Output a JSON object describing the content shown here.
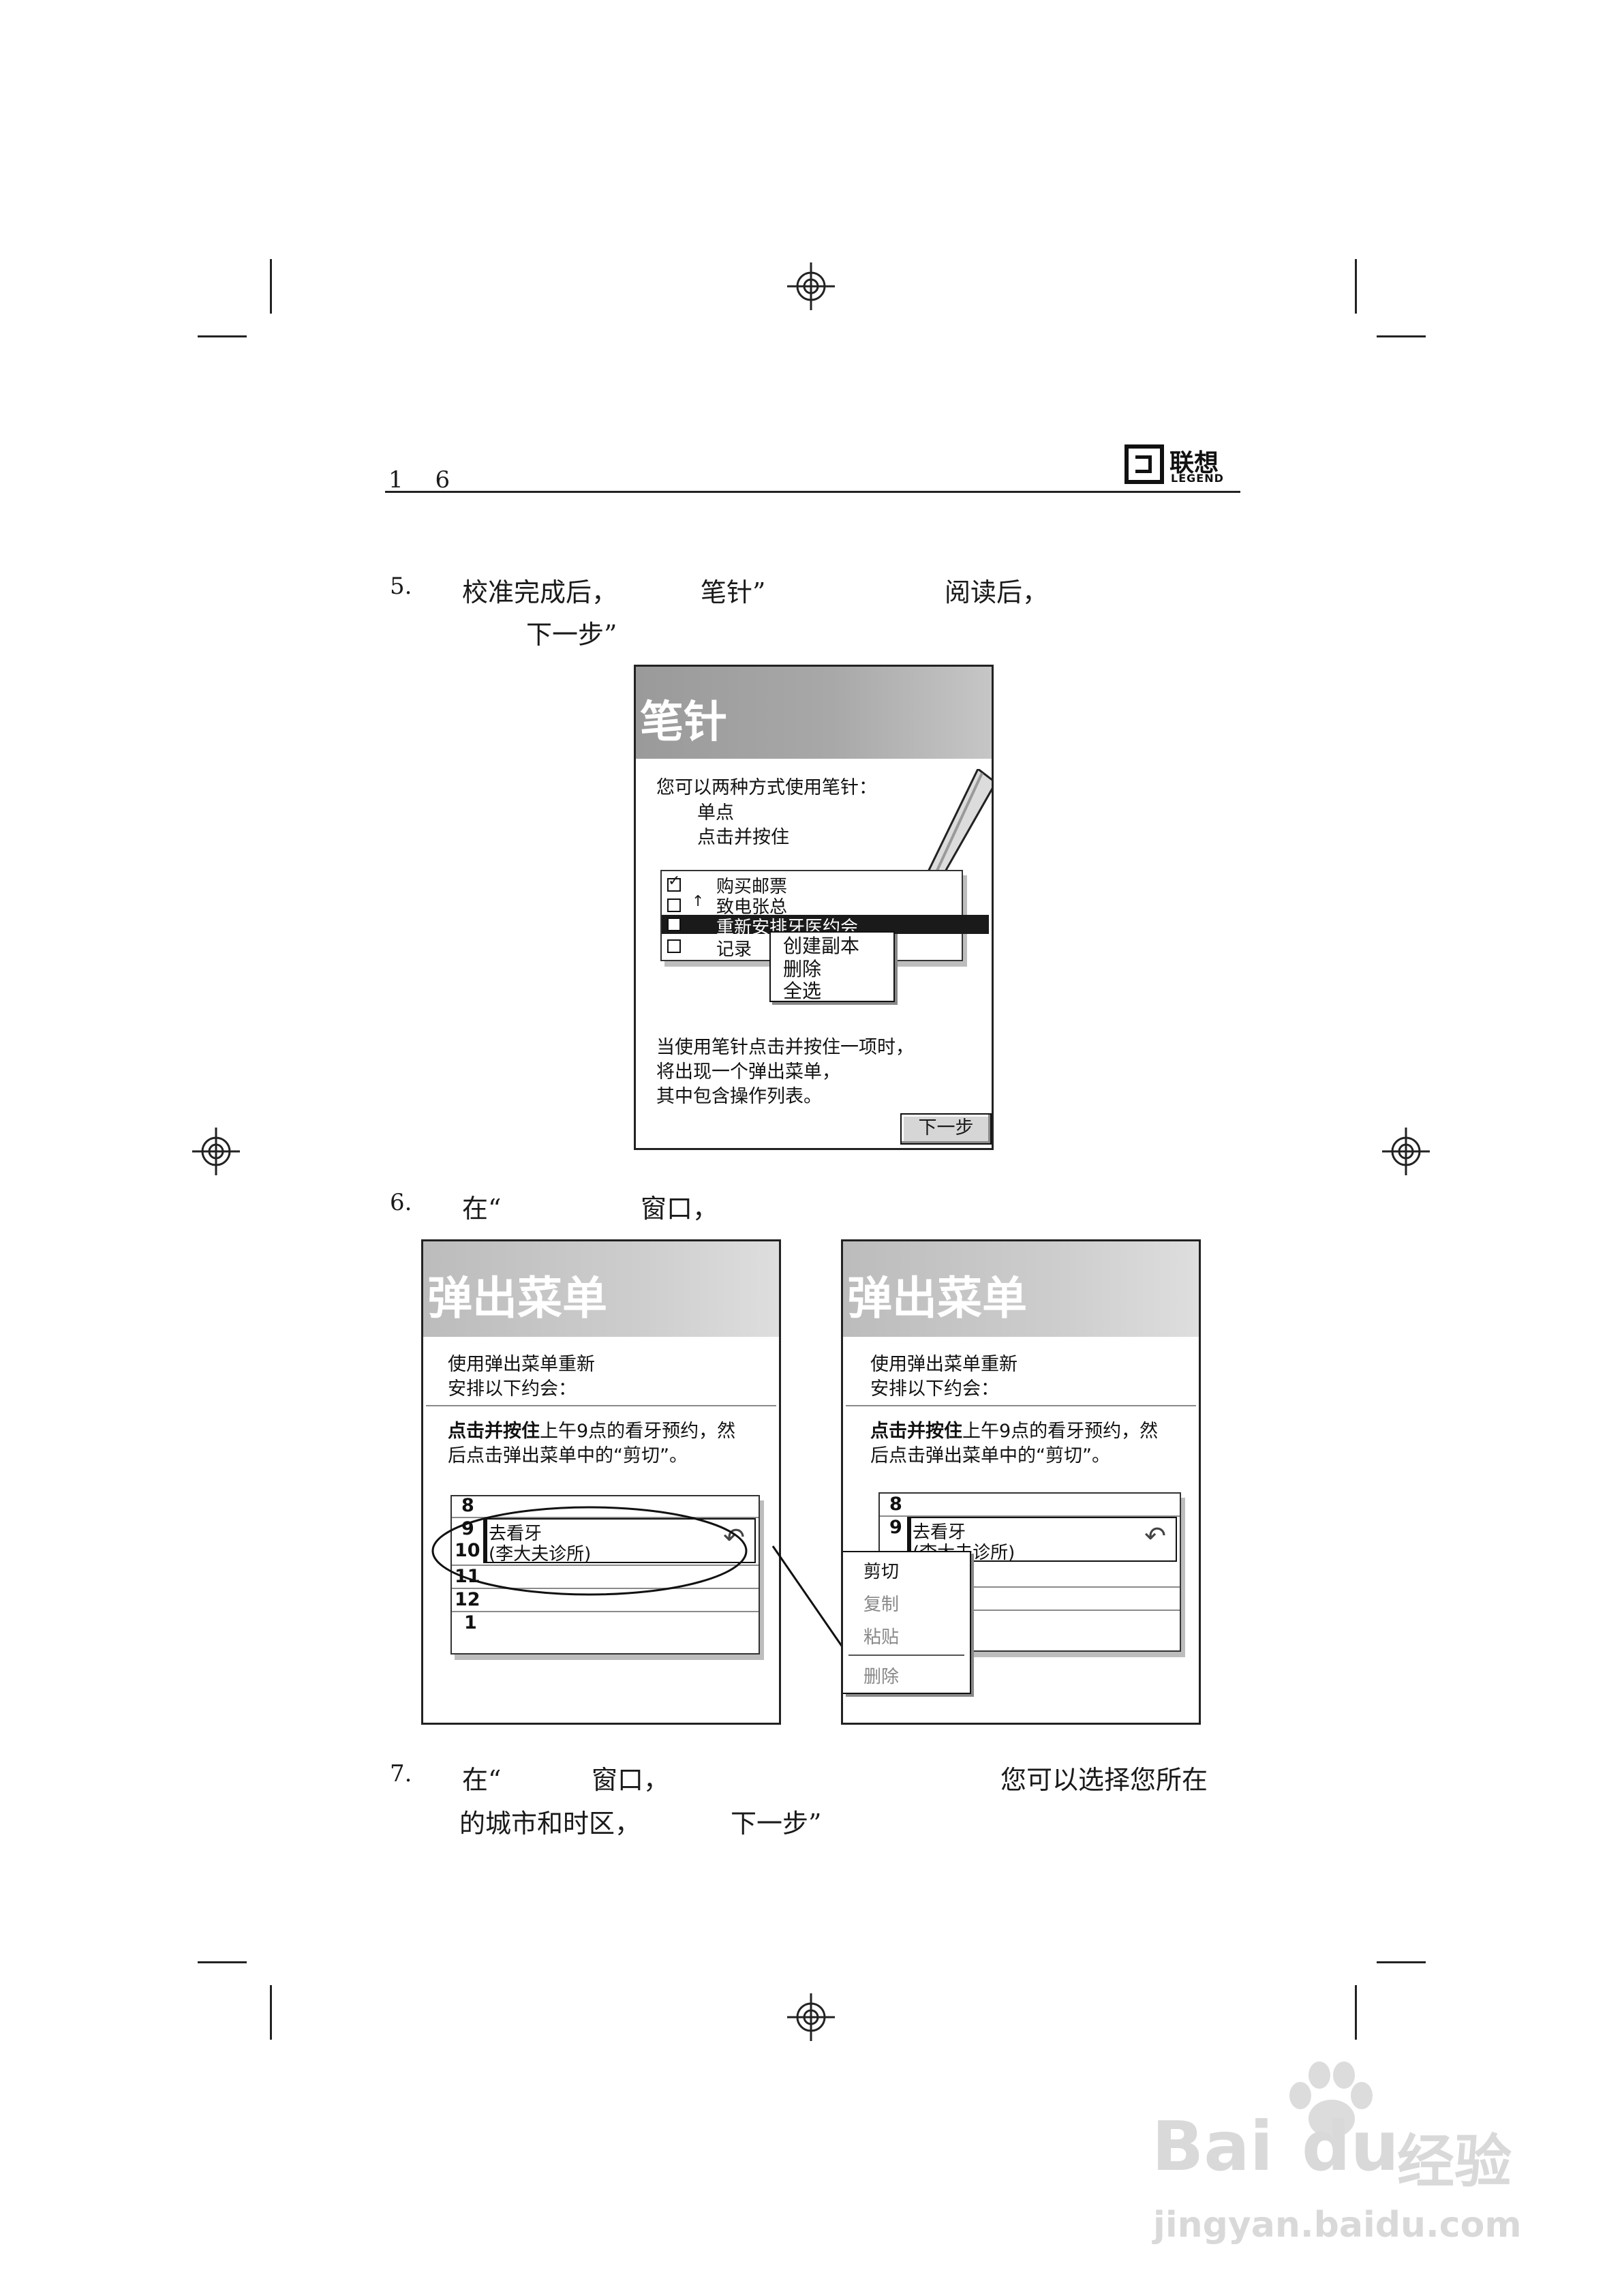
{
  "header": {
    "page_number": "1 6",
    "logo_cn": "联想",
    "logo_en": "LEGEND"
  },
  "steps": {
    "s5": {
      "num": "5.",
      "part1": "校准完成后，",
      "part2": "笔针”",
      "part3": "阅读后，",
      "line2": "下一步”"
    },
    "s6": {
      "num": "6.",
      "part1": "在“",
      "part2": "窗口，"
    },
    "s7": {
      "num": "7.",
      "part1": "在“",
      "part2": "窗口，",
      "part3": "您可以选择您所在",
      "line2a": "的城市和时区，",
      "line2b": "下一步”"
    }
  },
  "stylus": {
    "title": "笔针",
    "intro": "您可以两种方式使用笔针：",
    "opt1": "单点",
    "opt2": "点击并按住",
    "tasks": [
      "购买邮票",
      "致电张总",
      "重新安排牙医约会",
      "记录"
    ],
    "menu": [
      "创建副本",
      "删除",
      "全选"
    ],
    "desc1": "当使用笔针点击并按住一项时，",
    "desc2": "将出现一个弹出菜单，",
    "desc3": "其中包含操作列表。",
    "next": "下一步"
  },
  "popup_left": {
    "title": "弹出菜单",
    "intro1": "使用弹出菜单重新",
    "intro2": "安排以下约会：",
    "instr_bold": "点击并按住",
    "instr1": "上午9点的看牙预约，然",
    "instr2": "后点击弹出菜单中的“剪切”。",
    "hours": [
      "8",
      "9",
      "10",
      "11",
      "12",
      "1"
    ],
    "appt1": "去看牙",
    "appt2": "(李大夫诊所)"
  },
  "popup_right": {
    "title": "弹出菜单",
    "intro1": "使用弹出菜单重新",
    "intro2": "安排以下约会：",
    "instr_bold": "点击并按住",
    "instr1": "上午9点的看牙预约，然",
    "instr2": "后点击弹出菜单中的“剪切”。",
    "hours": [
      "8",
      "9"
    ],
    "appt1": "去看牙",
    "appt2": "(李大夫诊所)",
    "menu": [
      "剪切",
      "复制",
      "粘贴",
      "删除"
    ]
  },
  "watermark": {
    "brand": "Bai",
    "brand2": "du",
    "jy": "经验",
    "url": "jingyan.baidu.com"
  }
}
